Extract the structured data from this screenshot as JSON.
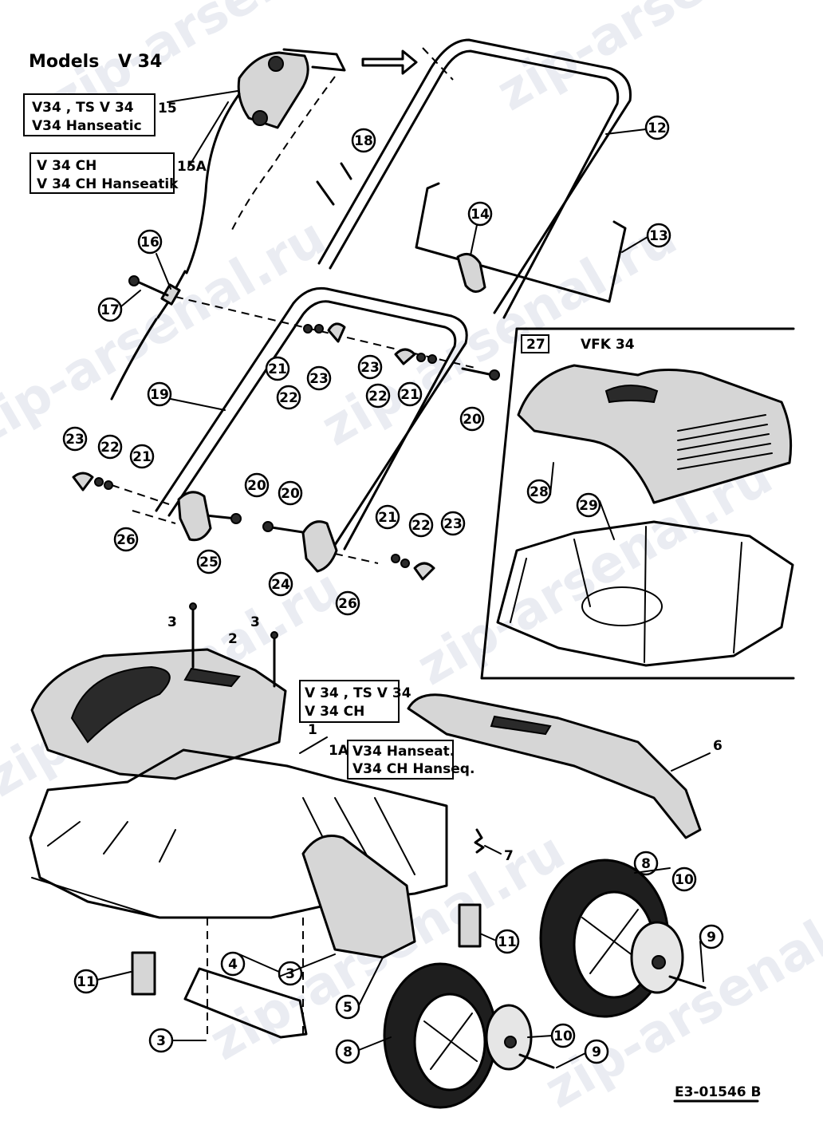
{
  "header": {
    "models_label": "Models",
    "model_name": "V 34"
  },
  "model_boxes": {
    "box_15": {
      "line1": "V34 , TS V 34",
      "line2": "V34 Hanseatic"
    },
    "box_15a": {
      "line1": "V 34 CH",
      "line2": "V 34 CH Hanseatik"
    },
    "box_1": {
      "line1": "V 34 , TS V 34",
      "line2": "V 34 CH"
    },
    "box_1a": {
      "line1": "V34 Hanseat.",
      "line2": "V34 CH Hanseq."
    }
  },
  "inset": {
    "number": "27",
    "title": "VFK 34"
  },
  "watermark": {
    "text": "zip-arsenal.ru"
  },
  "drawing_code": "E3-01546 B",
  "callouts": {
    "c15": "15",
    "c15a": "15A",
    "c16": "16",
    "c17": "17",
    "c18": "18",
    "c12": "12",
    "c13": "13",
    "c14": "14",
    "c19": "19",
    "c20": "20",
    "c21": "21",
    "c22": "22",
    "c23": "23",
    "c24": "24",
    "c25": "25",
    "c26": "26",
    "c28": "28",
    "c29": "29",
    "c1": "1",
    "c1a": "1A",
    "c2": "2",
    "c3": "3",
    "c4": "4",
    "c5": "5",
    "c6": "6",
    "c7": "7",
    "c8": "8",
    "c9": "9",
    "c10": "10",
    "c11": "11"
  },
  "colors": {
    "line": "#000000",
    "watermark": "#d9dee8",
    "shade": "#d6d6d6"
  }
}
